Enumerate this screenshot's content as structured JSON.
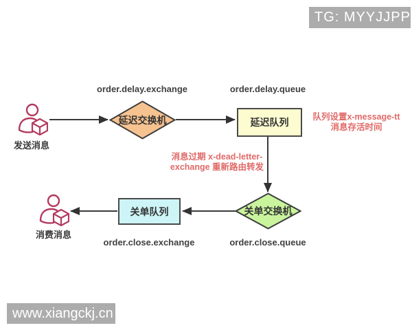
{
  "banner": {
    "text": "TG: MYYJJPP"
  },
  "watermark": {
    "text": "www.xiangckj.cn"
  },
  "colors": {
    "banner_bg": "#ACACAC",
    "line": "#3A3A3A",
    "annotation_red": "#E06A68",
    "actor_icon": "#B43A5F",
    "delay_exchange_fill": "#F6C28F",
    "delay_queue_fill": "#FCFCD0",
    "close_exchange_fill": "#C9F49D",
    "close_queue_fill": "#CDF4F6",
    "shape_stroke": "#3D3D3D"
  },
  "diagram": {
    "sender": {
      "label": "发送消息"
    },
    "consumer": {
      "label": "消费消息"
    },
    "delay_exchange": {
      "label": "延迟交换机",
      "caption": "order.delay.exchange"
    },
    "delay_queue": {
      "label": "延迟队列",
      "caption": "order.delay.queue"
    },
    "close_exchange": {
      "label": "关单交换机",
      "caption": "order.close.queue"
    },
    "close_queue": {
      "label": "关单队列",
      "caption": "order.close.exchange"
    },
    "notes": {
      "ttl_line1": "队列设置x-message-tt",
      "ttl_line2": "消息存活时间",
      "dlx_line1": "消息过期 x-dead-letter-",
      "dlx_line2": "exchange 重新路由转发"
    }
  }
}
